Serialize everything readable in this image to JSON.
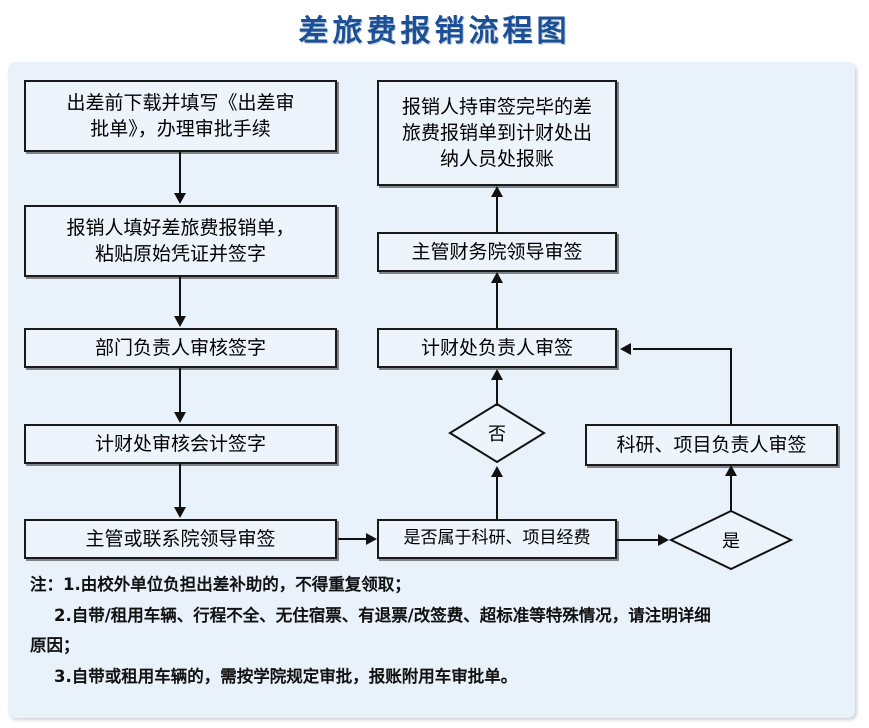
{
  "title": "差旅费报销流程图",
  "theme": {
    "title_color": "#1c4f93",
    "panel_bg": "#e9f1fb",
    "node_bg": "#eef4fc",
    "stroke": "#111111"
  },
  "flow": {
    "nodes": [
      {
        "id": "n1",
        "label": "出差前下载并填写《出差审\n批单》，办理审批手续"
      },
      {
        "id": "n2",
        "label": "报销人填好差旅费报销单，\n粘贴原始凭证并签字"
      },
      {
        "id": "n3",
        "label": "部门负责人审核签字"
      },
      {
        "id": "n4",
        "label": "计财处审核会计签字"
      },
      {
        "id": "n5",
        "label": "主管或联系院领导审签"
      },
      {
        "id": "n6",
        "label": "是否属于科研、项目经费"
      },
      {
        "id": "n7",
        "label": "科研、项目负责人审签"
      },
      {
        "id": "n8",
        "label": "计财处负责人审签"
      },
      {
        "id": "n9",
        "label": "主管财务院领导审签"
      },
      {
        "id": "n10",
        "label": "报销人持审签完毕的差\n旅费报销单到计财处出\n纳人员处报账"
      }
    ],
    "decisions": [
      {
        "id": "d_no",
        "label": "否"
      },
      {
        "id": "d_yes",
        "label": "是"
      }
    ]
  },
  "notes": {
    "line1": "注：1.由校外单位负担出差补助的，不得重复领取；",
    "line2": "2.自带/租用车辆、行程不全、无住宿票、有退票/改签费、超标准等特殊情况，请注明详细",
    "line3": "原因；",
    "line4": "3.自带或租用车辆的，需按学院规定审批，报账附用车审批单。"
  }
}
